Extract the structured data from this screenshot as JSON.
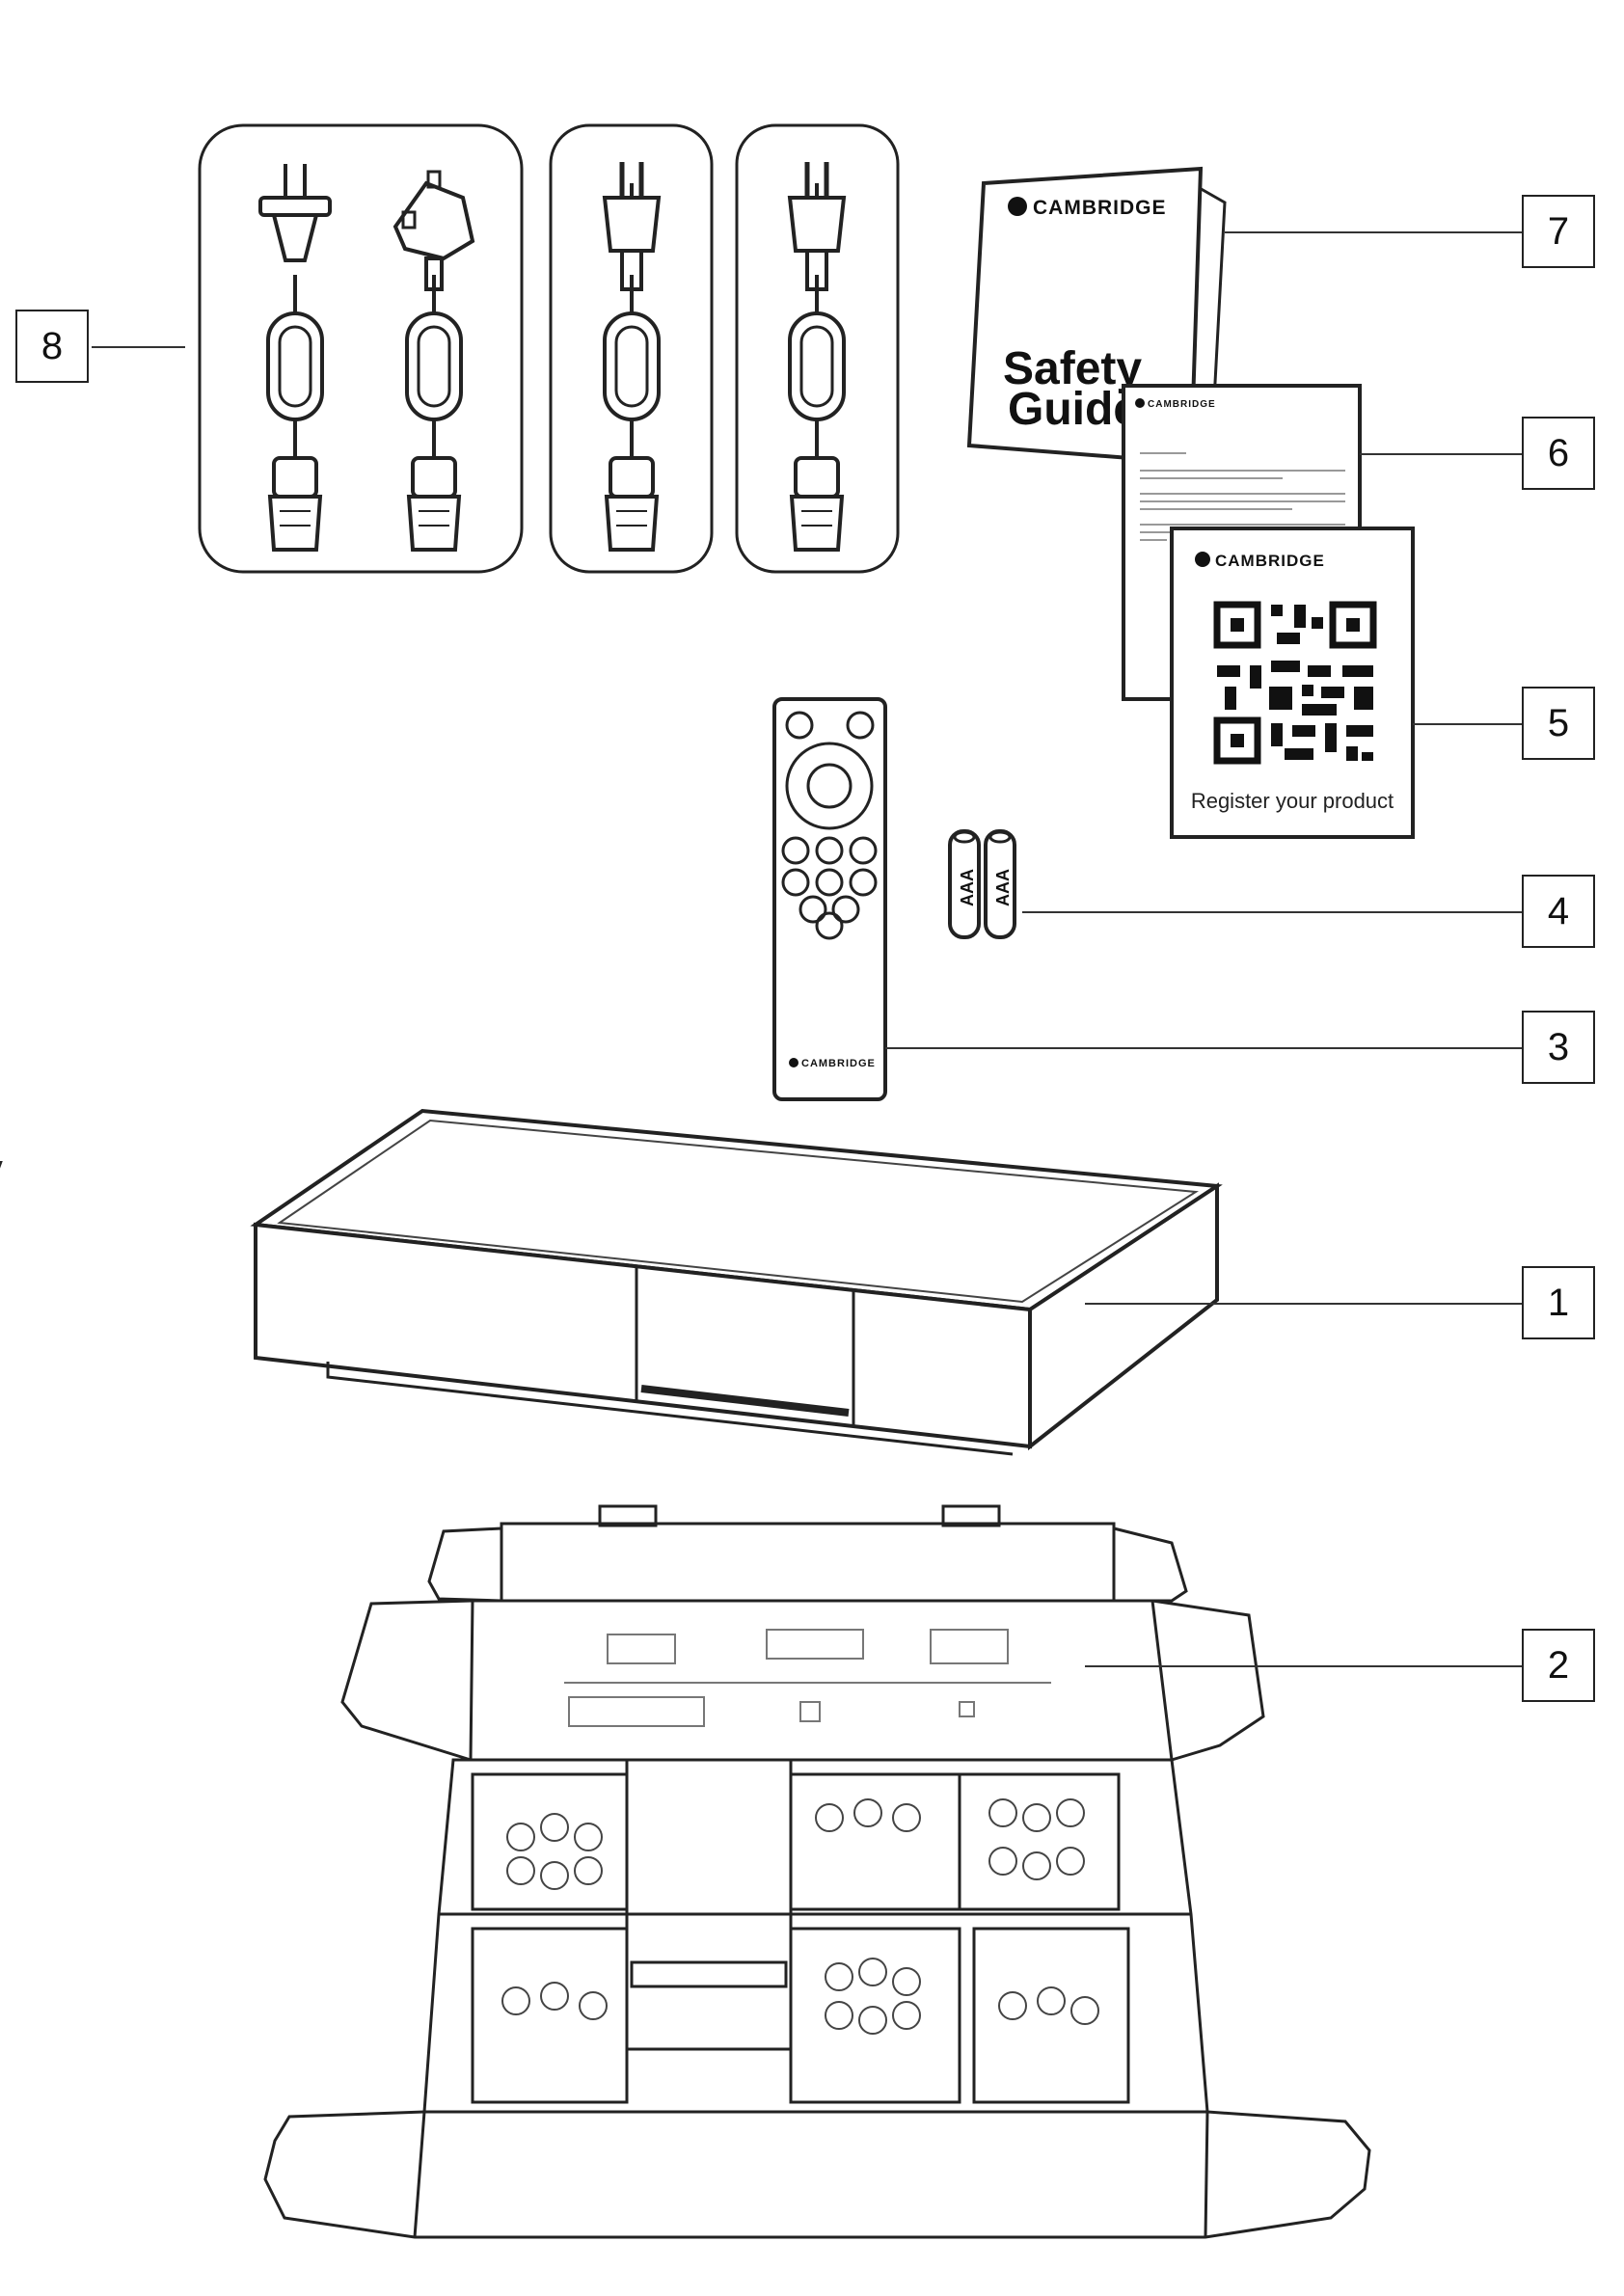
{
  "brand": "CAMBRIDGE",
  "safety_guide": {
    "brand": "CAMBRIDGE",
    "title_line1": "Safety",
    "title_line2": "Guide"
  },
  "welcome_letter": {
    "brand": "CAMBRIDGE"
  },
  "registration_card": {
    "brand": "CAMBRIDGE",
    "caption": "Register your product"
  },
  "batteries": {
    "label_1": "AAA",
    "label_2": "AAA"
  },
  "remote": {
    "brand": "CAMBRIDGE"
  },
  "callouts": {
    "c1": "1",
    "c2": "2",
    "c3": "3",
    "c4": "4",
    "c5": "5",
    "c6": "6",
    "c7": "7",
    "c8": "8"
  },
  "colors": {
    "line": "#222222",
    "background": "#ffffff"
  }
}
